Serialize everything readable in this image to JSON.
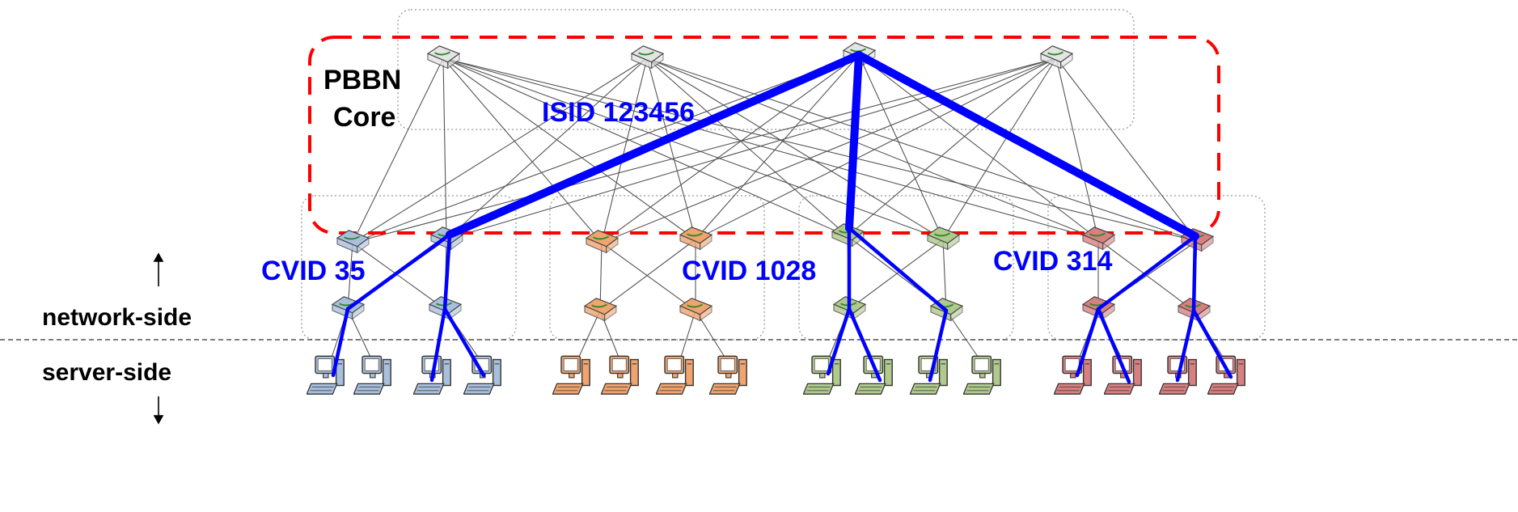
{
  "labels": {
    "core_line1": "PBBN",
    "core_line2": "Core",
    "isid": "ISID 123456",
    "cvid_a": "CVID 35",
    "cvid_b": "CVID 1028",
    "cvid_c": "CVID 314",
    "network_side": "network-side",
    "server_side": "server-side"
  },
  "colors": {
    "core_boundary": "#ff0000",
    "service_path": "#0000ff",
    "links": "#555555",
    "group_blue": "#a9bfdc",
    "group_orange": "#f0a46e",
    "group_green": "#b0c98c",
    "group_red": "#d88080"
  },
  "icons": {
    "switch": "switch-icon",
    "server": "server-icon"
  }
}
